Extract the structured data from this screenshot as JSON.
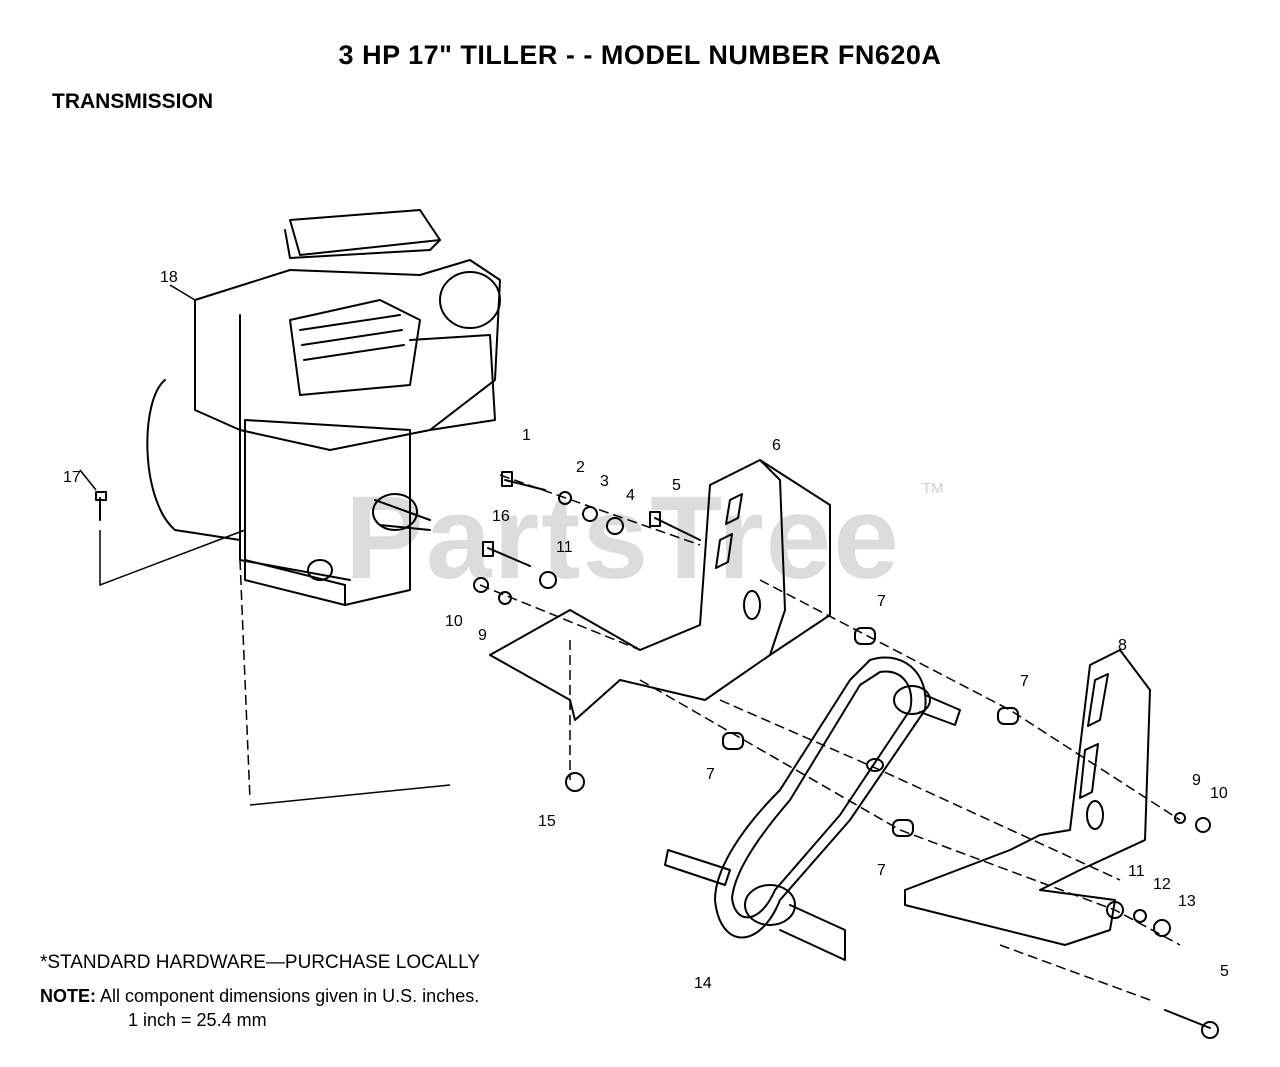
{
  "header": {
    "title": "3 HP  17\" TILLER - - MODEL NUMBER FN620A",
    "section": "TRANSMISSION"
  },
  "watermark": {
    "text": "PartsTree",
    "tm": "TM"
  },
  "callouts": [
    "1",
    "2",
    "3",
    "4",
    "5",
    "6",
    "7",
    "7",
    "7",
    "7",
    "8",
    "9",
    "9",
    "10",
    "10",
    "11",
    "11",
    "12",
    "13",
    "14",
    "16",
    "17",
    "18",
    "5",
    "15"
  ],
  "notes": {
    "standard_hardware": "*STANDARD HARDWARE—PURCHASE LOCALLY",
    "note_label": "NOTE:",
    "note_text": "All component dimensions given in U.S. inches.",
    "conversion": "1 inch = 25.4 mm"
  }
}
